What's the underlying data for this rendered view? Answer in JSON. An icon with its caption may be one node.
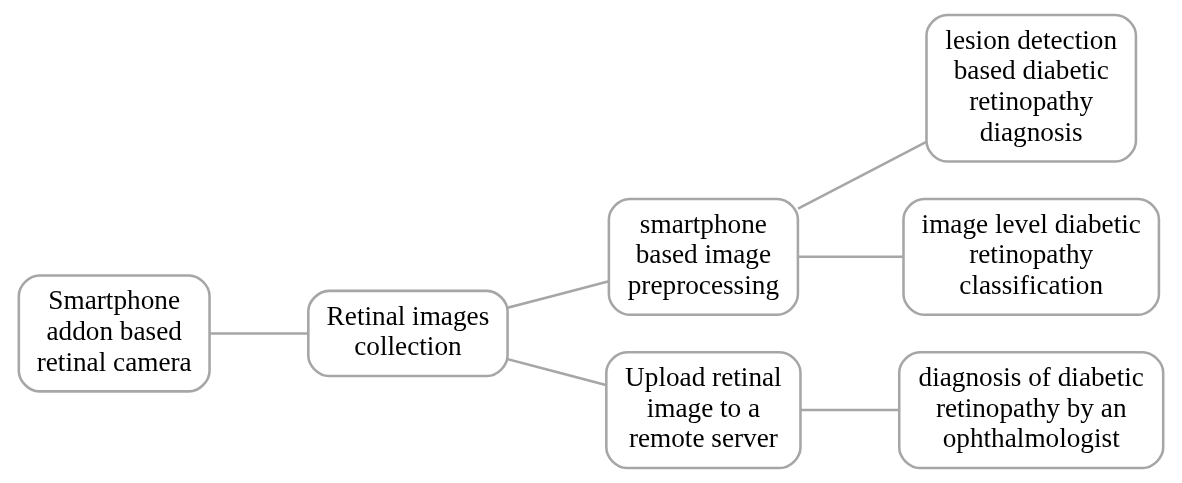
{
  "diagram": {
    "nodes": [
      {
        "text": [
          "Smartphone addon based retinal camera"
        ]
      },
      {
        "text": [
          "Retinal images collection"
        ]
      },
      {
        "text": [
          "smartphone based image preprocessing"
        ]
      },
      {
        "text": [
          "Upload retinal image to a remote server"
        ]
      },
      {
        "text": [
          "lesion detection based diabetic retinopathy diagnosis"
        ]
      },
      {
        "text": [
          "image level diabetic retinopathy classification"
        ]
      },
      {
        "text": [
          "diagnosis of diabetic retinopathy by an ophthalmologist"
        ]
      }
    ],
    "edges": [
      {
        "from": 0,
        "to": 1,
        "arrow": "none"
      },
      {
        "from": 1,
        "to": 2,
        "arrow": "none"
      },
      {
        "from": 1,
        "to": 3,
        "arrow": "none"
      },
      {
        "from": 2,
        "to": 4,
        "arrow": "none"
      },
      {
        "from": 2,
        "to": 5,
        "arrow": "none"
      },
      {
        "from": 3,
        "to": 6,
        "arrow": "none"
      }
    ]
  }
}
